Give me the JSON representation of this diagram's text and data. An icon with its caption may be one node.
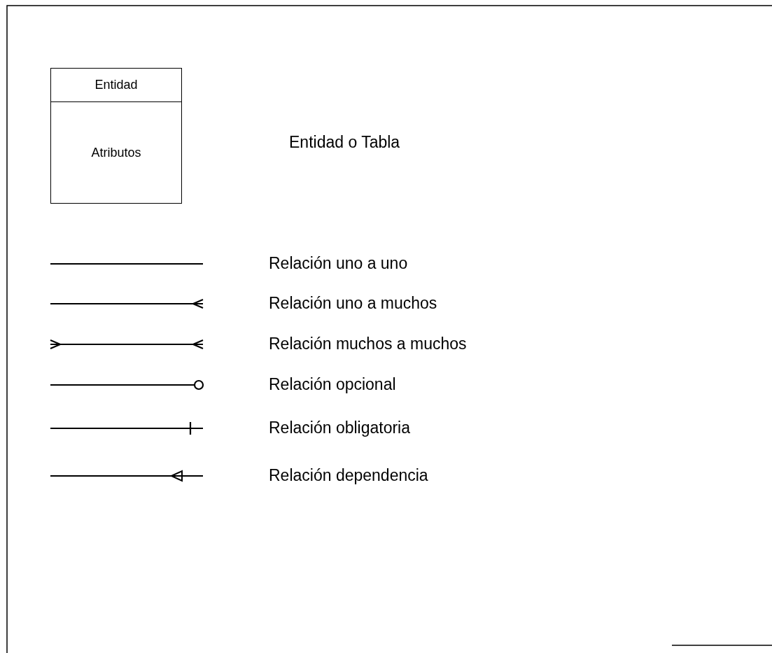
{
  "diagram": {
    "nodes": [
      {
        "text": [
          "Entidad",
          "Atributos"
        ]
      }
    ],
    "labels": [
      "Entidad o Tabla"
    ],
    "legend": [
      {
        "text": "Relación uno a uno"
      },
      {
        "text": "Relación uno a muchos"
      },
      {
        "text": "Relación muchos a muchos"
      },
      {
        "text": "Relación opcional"
      },
      {
        "text": "Relación obligatoria"
      },
      {
        "text": "Relación dependencia"
      }
    ]
  }
}
